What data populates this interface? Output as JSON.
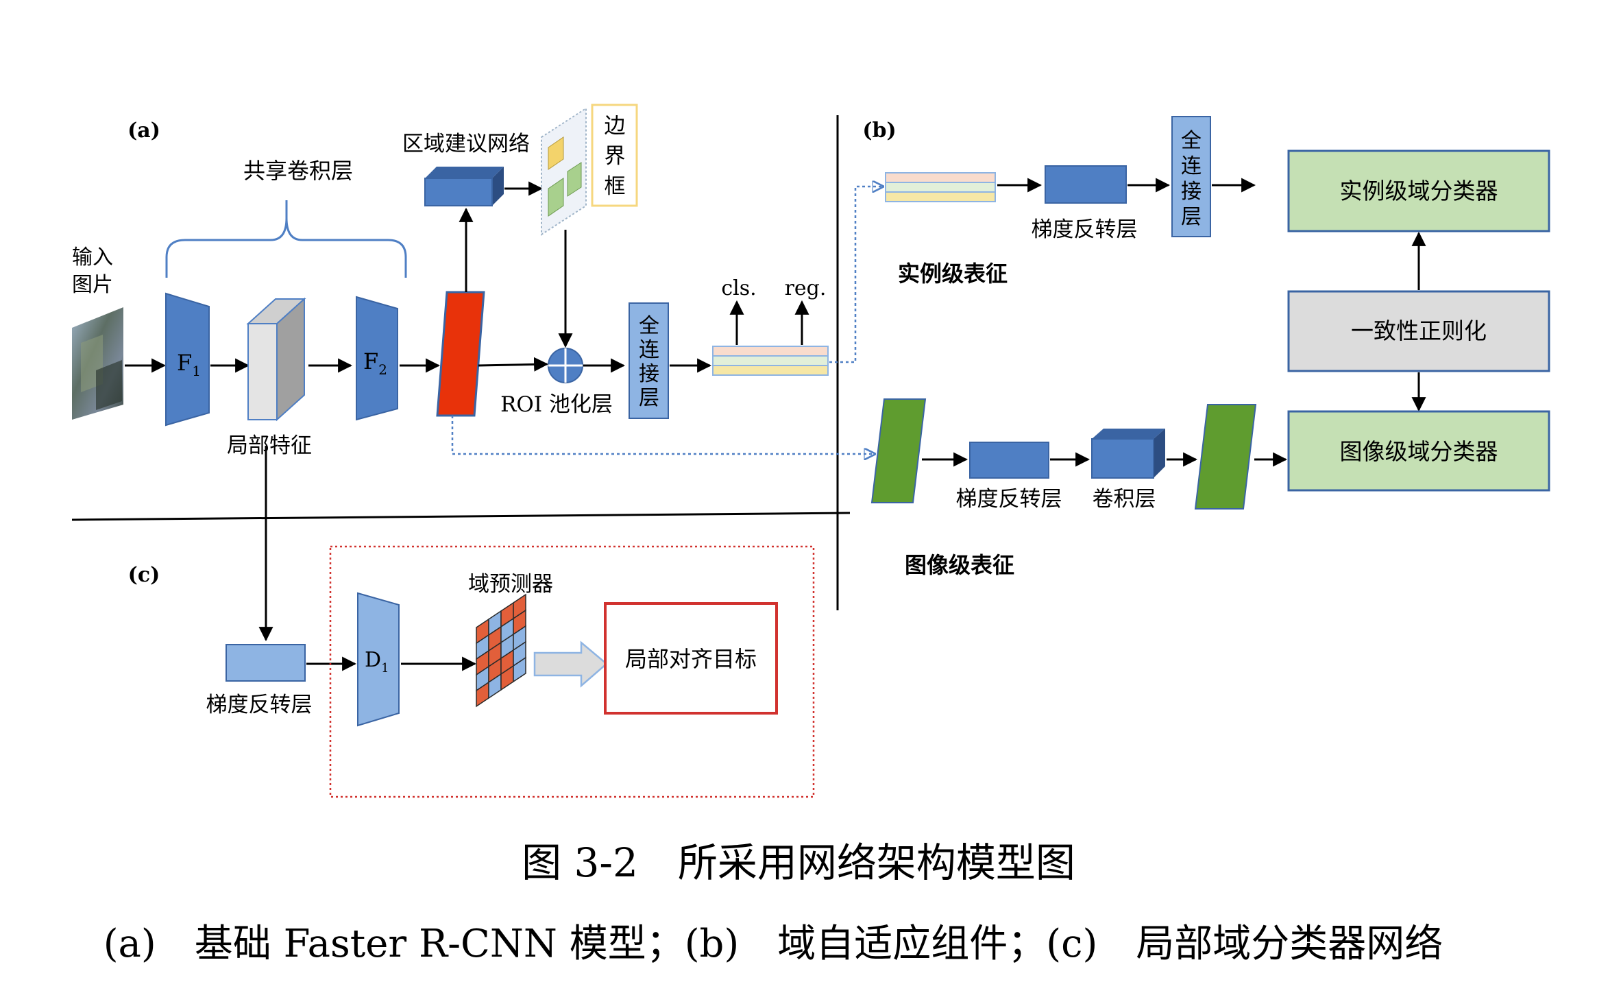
{
  "panels": {
    "a": "(a)",
    "b": "(b)",
    "c": "(c)"
  },
  "panel_a": {
    "input_image": "输入\n图片",
    "shared_conv": "共享卷积层",
    "f1": "F",
    "f1_sub": "1",
    "f2": "F",
    "f2_sub": "2",
    "local_feature": "局部特征",
    "rpn": "区域建议网络",
    "bbox": "边\n界\n框",
    "roi_pool": "ROI 池化层",
    "fc": "全\n连\n接\n层",
    "cls": "cls.",
    "reg": "reg."
  },
  "panel_b": {
    "grl_instance": "梯度反转层",
    "fc": "全\n连\n接\n层",
    "instance_repr": "实例级表征",
    "instance_classifier": "实例级域分类器",
    "consistency_reg": "一致性正则化",
    "image_classifier": "图像级域分类器",
    "grl_image": "梯度反转层",
    "conv_layer": "卷积层",
    "image_repr": "图像级表征"
  },
  "panel_c": {
    "grl": "梯度反转层",
    "d1": "D",
    "d1_sub": "1",
    "domain_predictor": "域预测器",
    "local_alignment": "局部对齐目标"
  },
  "caption": {
    "title": "图 3-2　所采用网络架构模型图",
    "subtitle": "(a)　基础 Faster R-CNN 模型；(b)　域自适应组件；(c)　局部域分类器网络"
  },
  "colors": {
    "blue": "#4f7fc4",
    "light_blue": "#8eb4e3",
    "red": "#e8320a",
    "green": "#5f9c2f",
    "light_green": "#c5e0b4",
    "gray_box": "#dcdcdc",
    "yellow_outline": "#f6d77f",
    "dark_red": "#c0392b"
  }
}
